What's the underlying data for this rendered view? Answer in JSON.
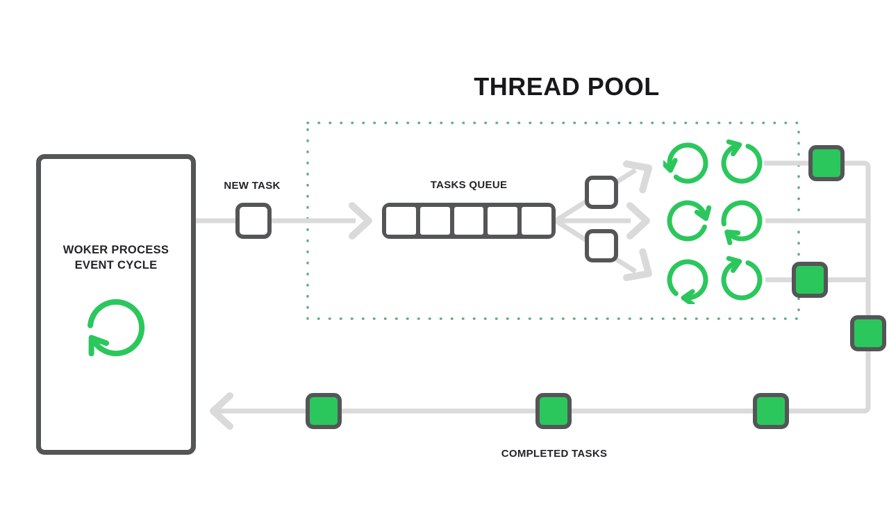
{
  "diagram": {
    "title": "THREAD POOL",
    "worker_box": {
      "line1": "WOKER PROCESS",
      "line2": "EVENT CYCLE"
    },
    "labels": {
      "new_task": "NEW TASK",
      "tasks_queue": "TASKS QUEUE",
      "completed_tasks": "COMPLETED TASKS"
    },
    "queue": {
      "cell_count": 5
    },
    "thread_pool": {
      "rows": 3,
      "spinners_per_row": 2,
      "completed_task_squares": 6
    },
    "icons": {
      "spinner": "rotating-arrow-icon",
      "arrow": "chevron-arrow-icon"
    },
    "colors": {
      "green": "#2bc75d",
      "dark_gray": "#545557",
      "line_gray": "#dadada",
      "pool_border_green": "#5fae82",
      "text": "#222326"
    }
  }
}
